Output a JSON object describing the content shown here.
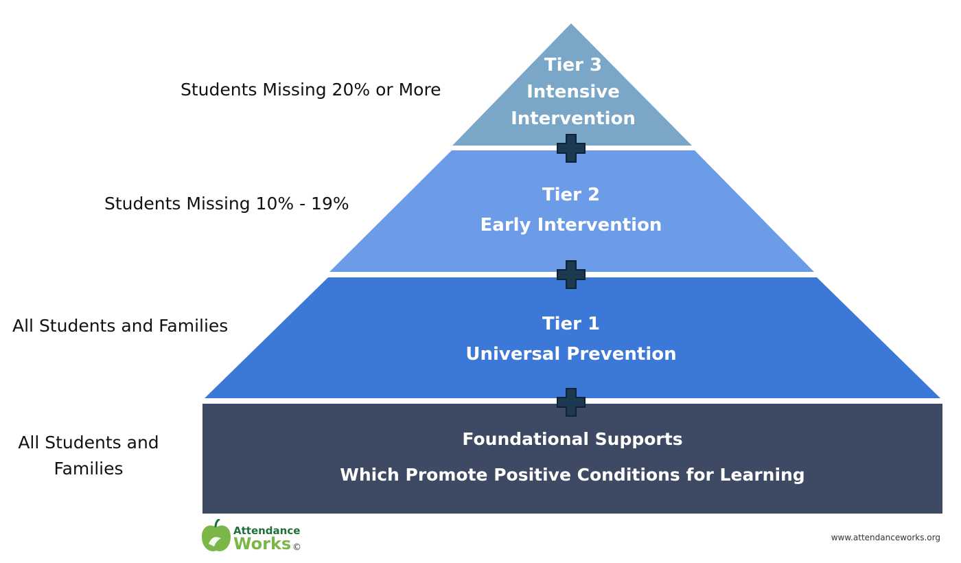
{
  "tiers": [
    {
      "line1": "Tier 3",
      "line2": "Intensive",
      "line3": "Intervention",
      "side_label": "Students Missing 20% or More",
      "color": "#7aa6c8"
    },
    {
      "line1": "Tier 2",
      "line2": "Early Intervention",
      "side_label": "Students Missing 10% - 19%",
      "color": "#6c9ce8"
    },
    {
      "line1": "Tier 1",
      "line2": "Universal Prevention",
      "side_label": "All Students and Families",
      "color": "#3b78d8"
    }
  ],
  "foundation": {
    "line1": "Foundational Supports",
    "line2": "Which Promote Positive Conditions for Learning",
    "side_label_line1": "All Students and",
    "side_label_line2": "Families",
    "color": "#3e4a63"
  },
  "plus_color": "#1b3a52",
  "logo": {
    "line1": "Attendance",
    "line2": "Works",
    "copyright": "©",
    "icon": "apple-icon"
  },
  "website": "www.attendanceworks.org"
}
